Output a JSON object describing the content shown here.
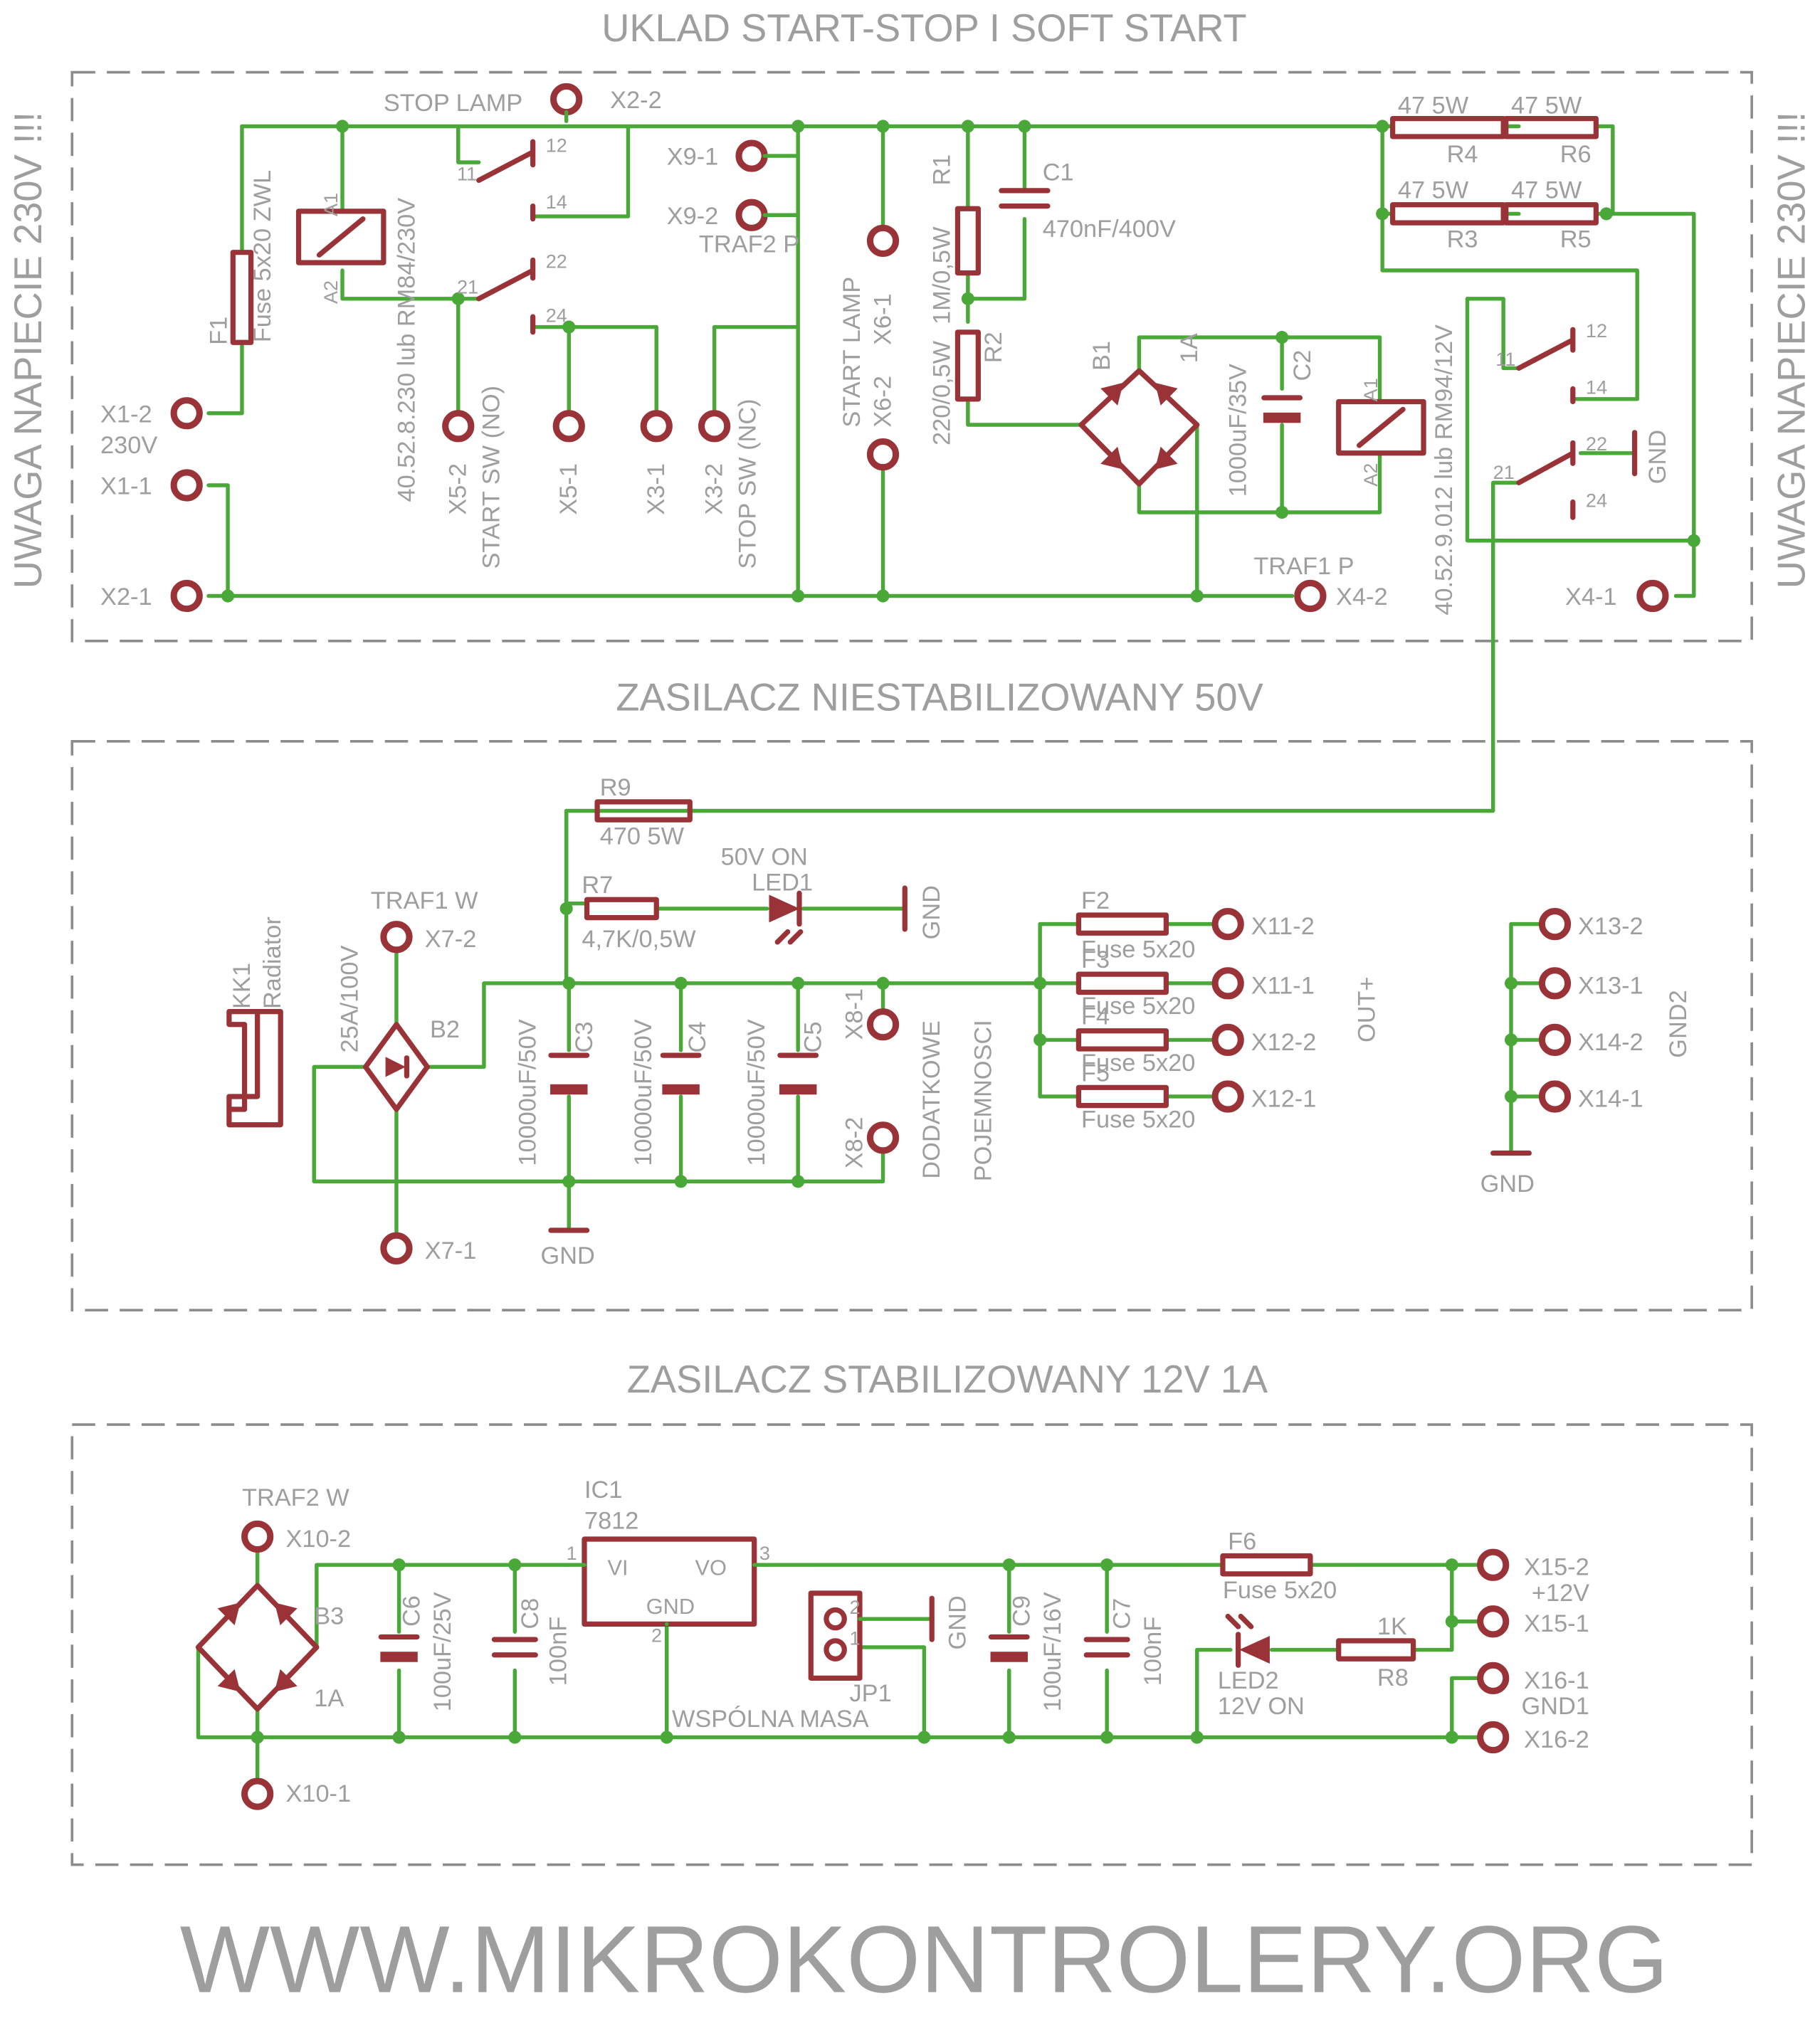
{
  "colors": {
    "wire": "#4aa838",
    "component": "#9a3338",
    "text": "#9e9e9e",
    "frame": "#8c8c8c"
  },
  "titles": {
    "section1": "UKLAD START-STOP I SOFT START",
    "section2": "ZASILACZ NIESTABILIZOWANY 50V",
    "section3": "ZASILACZ STABILIZOWANY 12V 1A"
  },
  "warnings": {
    "left": "UWAGA NAPIECIE 230V !!!",
    "right": "UWAGA NAPIECIE 230V !!!"
  },
  "footer": "WWW.MIKROKONTROLERY.ORG",
  "section1": {
    "stop_lamp": "STOP LAMP",
    "x2_2": "X2-2",
    "relay1": {
      "a1": "A1",
      "a2": "A2",
      "part": "40.52.8.230 lub RM84/230V",
      "p11": "11",
      "p12": "12",
      "p14": "14",
      "p21": "21",
      "p22": "22",
      "p24": "24"
    },
    "fuse": {
      "name": "F1",
      "value": "Fuse 5x20 ZWL"
    },
    "x1_2": "X1-2",
    "v230": "230V",
    "x1_1": "X1-1",
    "x2_1": "X2-1",
    "x5_2": "X5-2",
    "start_sw": "START SW (NO)",
    "x5_1": "X5-1",
    "x3_1": "X3-1",
    "x3_2": "X3-2",
    "stop_sw": "STOP SW (NC)",
    "x9_1": "X9-1",
    "x9_2": "X9-2",
    "traf2_p": "TRAF2 P",
    "start_lamp": "START LAMP",
    "x6_1": "X6-1",
    "x6_2": "X6-2",
    "r1": {
      "name": "R1",
      "value": "1M/0,5W"
    },
    "r2": {
      "name": "R2",
      "value": "220/0,5W"
    },
    "c1": {
      "name": "C1",
      "value": "470nF/400V"
    },
    "b1": {
      "name": "B1",
      "value": "1A"
    },
    "c2": {
      "name": "C2",
      "value": "1000uF/35V"
    },
    "relay2": {
      "a1": "A1",
      "a2": "A2",
      "part": "40.52.9.012 lub RM94/12V",
      "p11": "11",
      "p12": "12",
      "p14": "14",
      "p21": "21",
      "p22": "22",
      "p24": "24"
    },
    "gnd": "GND",
    "r4": {
      "name": "R4",
      "value": "47 5W"
    },
    "r6": {
      "name": "R6",
      "value": "47 5W"
    },
    "r3": {
      "name": "R3",
      "value": "47 5W"
    },
    "r5": {
      "name": "R5",
      "value": "47 5W"
    },
    "traf1_p": "TRAF1 P",
    "x4_2": "X4-2",
    "x4_1": "X4-1"
  },
  "section2": {
    "r9": {
      "name": "R9",
      "value": "470 5W"
    },
    "r7": {
      "name": "R7",
      "value": "4,7K/0,5W"
    },
    "led1": {
      "name": "LED1",
      "label": "50V ON"
    },
    "gnd": "GND",
    "traf1_w": "TRAF1 W",
    "x7_2": "X7-2",
    "x7_1": "X7-1",
    "b2": {
      "name": "B2",
      "value": "25A/100V"
    },
    "kk1": {
      "name": "KK1",
      "value": "Radiator"
    },
    "c3": {
      "name": "C3",
      "value": "10000uF/50V"
    },
    "c4": {
      "name": "C4",
      "value": "10000uF/50V"
    },
    "c5": {
      "name": "C5",
      "value": "10000uF/50V"
    },
    "x8_1": "X8-1",
    "x8_2": "X8-2",
    "extra_caps": [
      "DODATKOWE",
      "POJEMNOSCI"
    ],
    "fuses": [
      {
        "name": "F2",
        "value": "Fuse 5x20",
        "pad": "X11-2"
      },
      {
        "name": "F3",
        "value": "Fuse 5x20",
        "pad": "X11-1"
      },
      {
        "name": "F4",
        "value": "Fuse 5x20",
        "pad": "X12-2"
      },
      {
        "name": "F5",
        "value": "Fuse 5x20",
        "pad": "X12-1"
      }
    ],
    "out_plus": "OUT+",
    "gnd2": {
      "pads": [
        "X13-2",
        "X13-1",
        "X14-2",
        "X14-1"
      ],
      "label": "GND2"
    },
    "gnd_bottom": "GND"
  },
  "section3": {
    "traf2_w": "TRAF2 W",
    "x10_2": "X10-2",
    "x10_1": "X10-1",
    "b3": {
      "name": "B3",
      "value": "1A"
    },
    "c6": {
      "name": "C6",
      "value": "100uF/25V"
    },
    "c8": {
      "name": "C8",
      "value": "100nF"
    },
    "ic1": {
      "name": "IC1",
      "value": "7812",
      "vi": "VI",
      "vo": "VO",
      "gnd": "GND",
      "pin1": "1",
      "pin2": "2",
      "pin3": "3"
    },
    "jp1": {
      "name": "JP1",
      "pin1": "1",
      "pin2": "2"
    },
    "gnd": "GND",
    "common_gnd": "WSPÓLNA MASA",
    "c9": {
      "name": "C9",
      "value": "100uF/16V"
    },
    "c7": {
      "name": "C7",
      "value": "100nF"
    },
    "f6": {
      "name": "F6",
      "value": "Fuse 5x20"
    },
    "led2": {
      "name": "LED2",
      "label": "12V ON"
    },
    "r8": {
      "name": "R8",
      "value": "1K"
    },
    "x15_2": "X15-2",
    "v12": "+12V",
    "x15_1": "X15-1",
    "x16_1": "X16-1",
    "gnd1": "GND1",
    "x16_2": "X16-2"
  }
}
